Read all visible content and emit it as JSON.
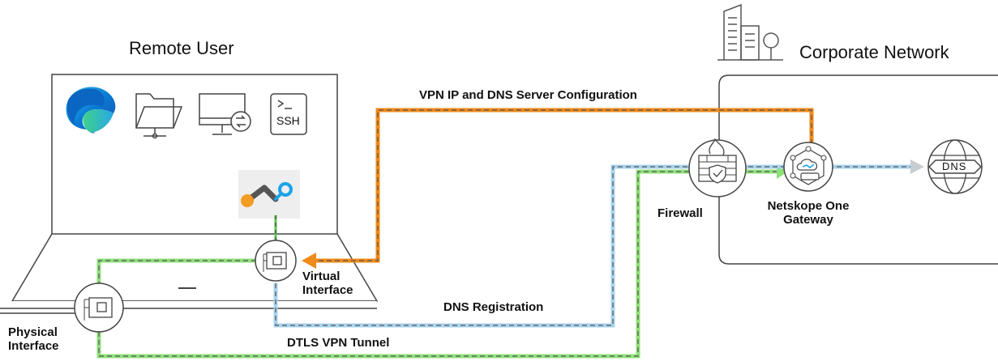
{
  "remote_user": {
    "title": "Remote User",
    "apps": {
      "browser": "browser-icon",
      "files": "folder-icon",
      "remote_desktop": "remote-desktop-icon",
      "ssh": "SSH",
      "client": "netskope-client-icon"
    }
  },
  "corporate": {
    "title": "Corporate Network",
    "icon": "building-icon"
  },
  "flows": {
    "vpn_config": "VPN IP and DNS Server Configuration",
    "dns_registration": "DNS Registration",
    "dtls_tunnel": "DTLS VPN Tunnel"
  },
  "nodes": {
    "virtual_interface": [
      "Virtual",
      "Interface"
    ],
    "physical_interface": [
      "Physical",
      "Interface"
    ],
    "firewall": "Firewall",
    "gateway": [
      "Netskope One",
      "Gateway"
    ],
    "dns": "DNS"
  },
  "colors": {
    "vpn_config_path": "#f08a1a",
    "dns_registration_path": "#a9d3ee",
    "dtls_tunnel_path": "#8fe07a",
    "client_accent_orange": "#f39c22",
    "client_accent_blue": "#1ba3e8"
  }
}
